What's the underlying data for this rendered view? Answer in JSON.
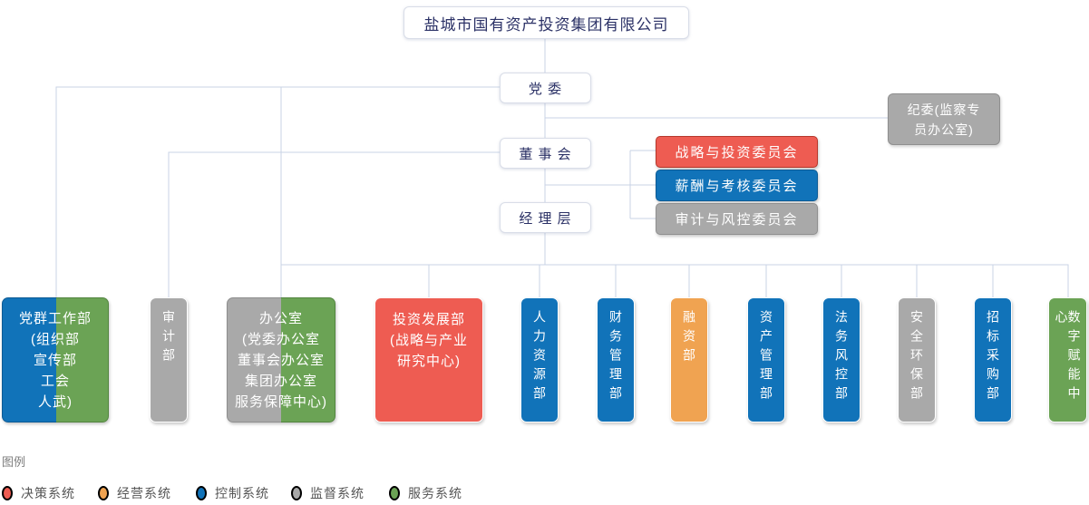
{
  "colors": {
    "decision": "#ee5c52",
    "decision_border": "#b5372b",
    "operation": "#f0a351",
    "operation_border": "#d28930",
    "control": "#1173b9",
    "control_border": "#0d5b95",
    "supervision": "#a9a9a9",
    "supervision_border": "#8f8f8f",
    "service": "#6ba355",
    "service_border": "#538540",
    "line": "#c9d3e6",
    "navy": "#2b3166"
  },
  "title": "盐城市国有资产投资集团有限公司",
  "governance": {
    "party_committee": "党 委",
    "board": "董 事 会",
    "management": "经 理 层"
  },
  "discipline_committee": {
    "line1": "纪委(监察专",
    "line2": "员办公室)"
  },
  "committees": [
    {
      "label": "战略与投资委员会",
      "system": "decision"
    },
    {
      "label": "薪酬与考核委员会",
      "system": "control"
    },
    {
      "label": "审计与风控委员会",
      "system": "supervision"
    }
  ],
  "departments": [
    {
      "lines": [
        "党群工作部",
        "(组织部",
        "宣传部",
        "工会",
        "人武)"
      ],
      "systems": [
        "control",
        "service"
      ]
    },
    {
      "label": "审计部",
      "systems": [
        "supervision"
      ]
    },
    {
      "lines": [
        "办公室",
        "(党委办公室",
        "董事会办公室",
        "集团办公室",
        "服务保障中心)"
      ],
      "systems": [
        "supervision",
        "service"
      ]
    },
    {
      "lines": [
        "投资发展部",
        "(战略与产业",
        "研究中心)"
      ],
      "systems": [
        "decision"
      ]
    },
    {
      "label": "人力资源部",
      "systems": [
        "control"
      ]
    },
    {
      "label": "财务管理部",
      "systems": [
        "control"
      ]
    },
    {
      "label": "融资部",
      "systems": [
        "operation"
      ]
    },
    {
      "label": "资产管理部",
      "systems": [
        "control"
      ]
    },
    {
      "label": "法务风控部",
      "systems": [
        "control"
      ]
    },
    {
      "label": "安全环保部",
      "systems": [
        "supervision"
      ]
    },
    {
      "label": "招标采购部",
      "systems": [
        "control"
      ]
    },
    {
      "label": "数字赋能中心",
      "systems": [
        "service"
      ]
    }
  ],
  "legend": {
    "title": "图例",
    "items": [
      {
        "label": "决策系统",
        "system": "decision"
      },
      {
        "label": "经营系统",
        "system": "operation"
      },
      {
        "label": "控制系统",
        "system": "control"
      },
      {
        "label": "监督系统",
        "system": "supervision"
      },
      {
        "label": "服务系统",
        "system": "service"
      }
    ]
  }
}
